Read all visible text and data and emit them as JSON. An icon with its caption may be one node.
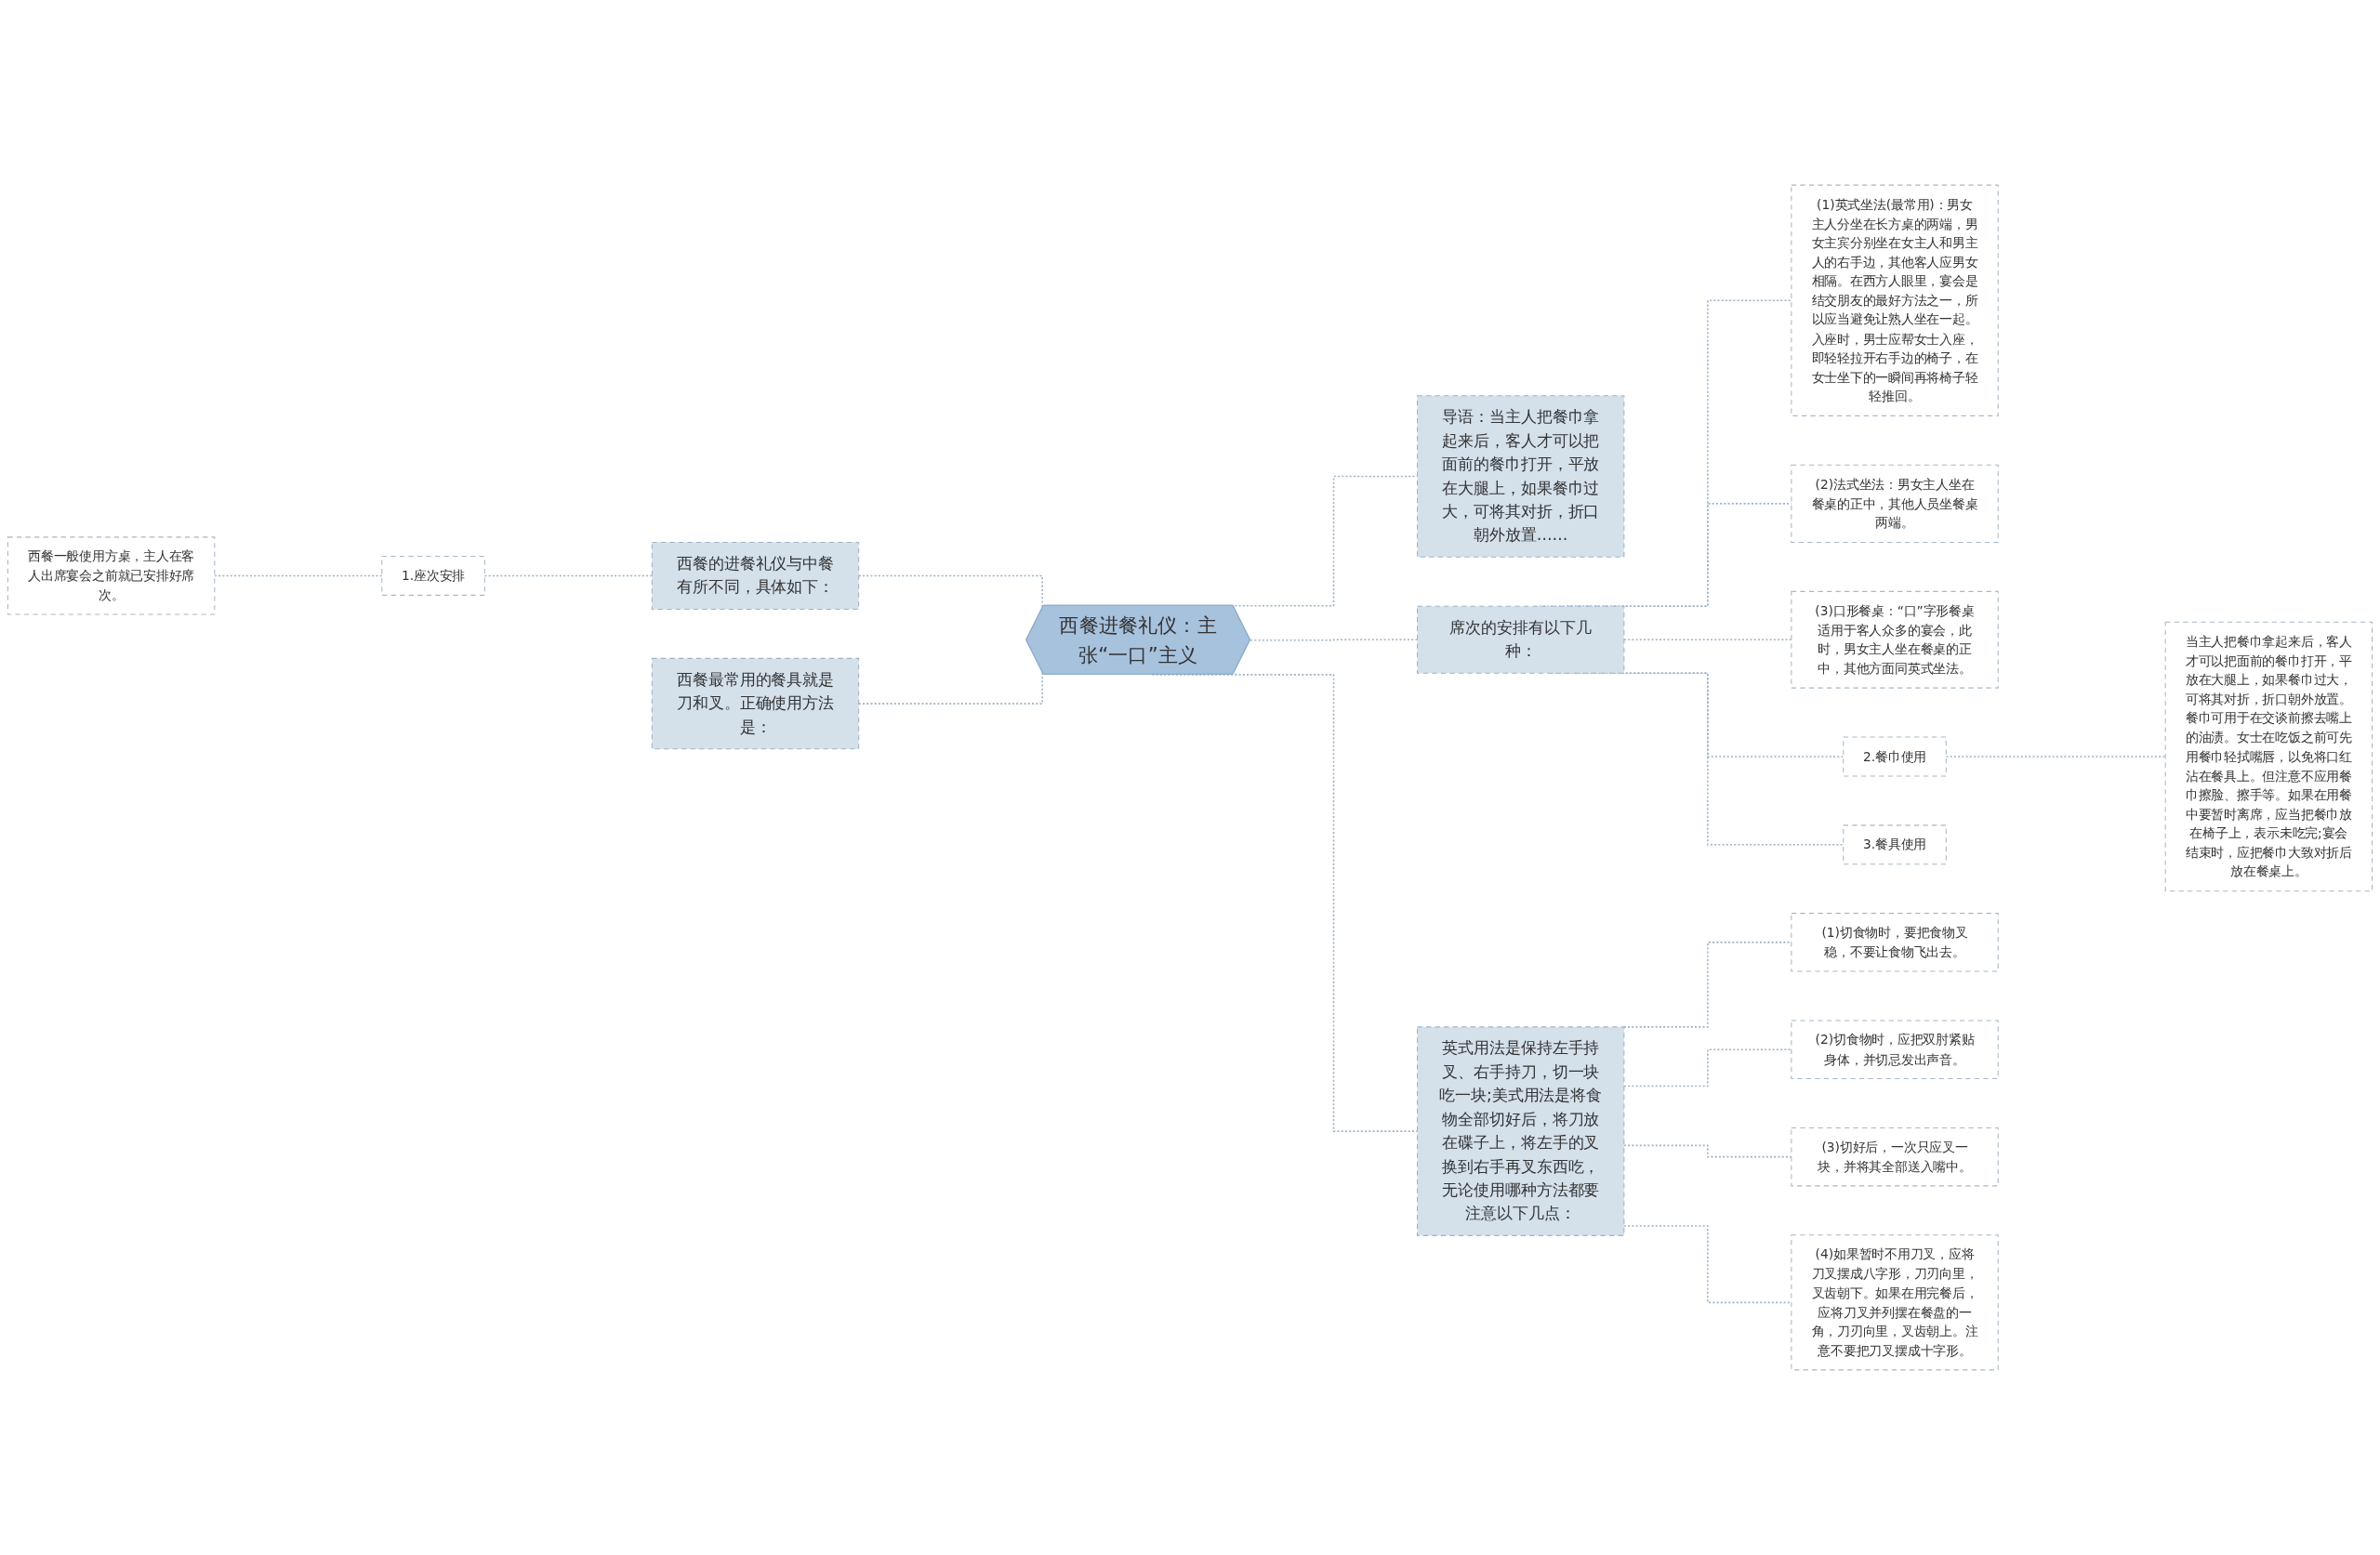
{
  "diagram": {
    "nodes": [
      {
        "text": [
          "西餐进餐礼仪：主张“一口”主义"
        ]
      },
      {
        "text": [
          "西餐的进餐礼仪与中餐有所不同，具体如下："
        ]
      },
      {
        "text": [
          "西餐最常用的餐具就是刀和叉。正确使用方法是："
        ]
      },
      {
        "text": [
          "1.座次安排"
        ]
      },
      {
        "text": [
          "西餐一般使用方桌，主人在客人出席宴会之前就已安排好席次。"
        ]
      },
      {
        "text": [
          "导语：当主人把餐巾拿起来后，客人才可以把面前的餐巾打开，平放在大腿上，如果餐巾过大，可将其对折，折口朝外放置……"
        ]
      },
      {
        "text": [
          "席次的安排有以下几种："
        ]
      },
      {
        "text": [
          "(1)英式坐法(最常用)：男女主人分坐在长方桌的两端，男女主宾分别坐在女主人和男主人的右手边，其他客人应男女相隔。在西方人眼里，宴会是结交朋友的最好方法之一，所以应当避免让熟人坐在一起。入座时，男士应帮女士入座，即轻轻拉开右手边的椅子，在女士坐下的一瞬间再将椅子轻轻推回。"
        ]
      },
      {
        "text": [
          "(2)法式坐法：男女主人坐在餐桌的正中，其他人员坐餐桌两端。"
        ]
      },
      {
        "text": [
          "(3)口形餐桌：“口”字形餐桌适用于客人众多的宴会，此时，男女主人坐在餐桌的正中，其他方面同英式坐法。"
        ]
      },
      {
        "text": [
          "2.餐巾使用"
        ]
      },
      {
        "text": [
          "当主人把餐巾拿起来后，客人才可以把面前的餐巾打开，平放在大腿上，如果餐巾过大，可将其对折，折口朝外放置。餐巾可用于在交谈前擦去嘴上的油渍。女士在吃饭之前可先用餐巾轻拭嘴唇，以免将口红沾在餐具上。但注意不应用餐巾擦脸、擦手等。如果在用餐中要暂时离席，应当把餐巾放在椅子上，表示未吃完;宴会结束时，应把餐巾大致对折后放在餐桌上。"
        ]
      },
      {
        "text": [
          "3.餐具使用"
        ]
      },
      {
        "text": [
          "英式用法是保持左手持叉、右手持刀，切一块吃一块;美式用法是将食物全部切好后，将刀放在碟子上，将左手的叉换到右手再叉东西吃，无论使用哪种方法都要注意以下几点："
        ]
      },
      {
        "text": [
          "(1)切食物时，要把食物叉稳，不要让食物飞出去。"
        ]
      },
      {
        "text": [
          "(2)切食物时，应把双肘紧贴身体，并切忌发出声音。"
        ]
      },
      {
        "text": [
          "(3)切好后，一次只应叉一块，并将其全部送入嘴中。"
        ]
      },
      {
        "text": [
          "(4)如果暂时不用刀叉，应将刀叉摆成八字形，刀刃向里，叉齿朝下。如果在用完餐后，应将刀叉并列摆在餐盘的一角，刀刃向里，叉齿朝上。注意不要把刀叉摆成十字形。"
        ]
      }
    ],
    "edges": [
      {
        "from": 0,
        "to": 1,
        "arrow": "none",
        "style": "dashed"
      },
      {
        "from": 0,
        "to": 2,
        "arrow": "none",
        "style": "dashed"
      },
      {
        "from": 1,
        "to": 3,
        "arrow": "none",
        "style": "dashed"
      },
      {
        "from": 3,
        "to": 4,
        "arrow": "none",
        "style": "dashed"
      },
      {
        "from": 0,
        "to": 5,
        "arrow": "none",
        "style": "dashed"
      },
      {
        "from": 0,
        "to": 6,
        "arrow": "none",
        "style": "dashed"
      },
      {
        "from": 6,
        "to": 7,
        "arrow": "none",
        "style": "dashed"
      },
      {
        "from": 6,
        "to": 8,
        "arrow": "none",
        "style": "dashed"
      },
      {
        "from": 6,
        "to": 9,
        "arrow": "none",
        "style": "dashed"
      },
      {
        "from": 6,
        "to": 10,
        "arrow": "none",
        "style": "dashed"
      },
      {
        "from": 10,
        "to": 11,
        "arrow": "none",
        "style": "dashed"
      },
      {
        "from": 6,
        "to": 12,
        "arrow": "none",
        "style": "dashed"
      },
      {
        "from": 0,
        "to": 13,
        "arrow": "none",
        "style": "dashed"
      },
      {
        "from": 13,
        "to": 14,
        "arrow": "none",
        "style": "dashed"
      },
      {
        "from": 13,
        "to": 15,
        "arrow": "none",
        "style": "dashed"
      },
      {
        "from": 13,
        "to": 16,
        "arrow": "none",
        "style": "dashed"
      },
      {
        "from": 13,
        "to": 17,
        "arrow": "none",
        "style": "dashed"
      }
    ]
  }
}
